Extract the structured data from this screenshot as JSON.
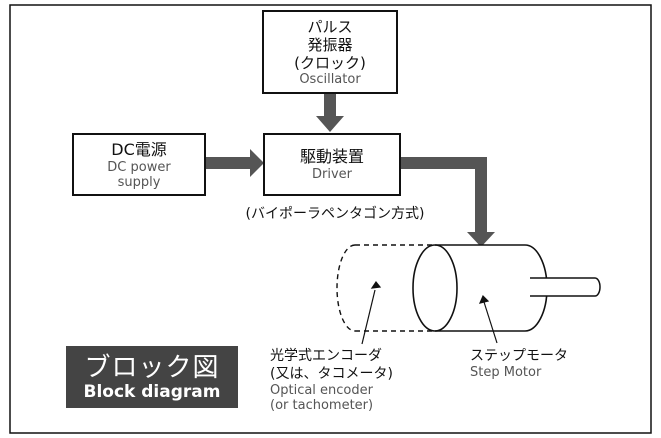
{
  "oscillator": {
    "line1": "パルス",
    "line2": "発振器",
    "line3": "(クロック)",
    "en": "Oscillator"
  },
  "dc_supply": {
    "jp": "DC電源",
    "en_line1": "DC power",
    "en_line2": "supply"
  },
  "driver": {
    "jp": "駆動装置",
    "en": "Driver",
    "note": "(バイポーラペンタゴン方式)"
  },
  "encoder": {
    "jp_line1": "光学式エンコーダ",
    "jp_line2": "(又は、タコメータ)",
    "en_line1": "Optical encoder",
    "en_line2": "(or tachometer)"
  },
  "motor": {
    "jp": "ステップモータ",
    "en": "Step Motor"
  },
  "badge": {
    "jp": "ブロック図",
    "en": "Block diagram"
  },
  "colors": {
    "arrow": "#555555",
    "badge_bg": "#444444",
    "line": "#111111"
  }
}
